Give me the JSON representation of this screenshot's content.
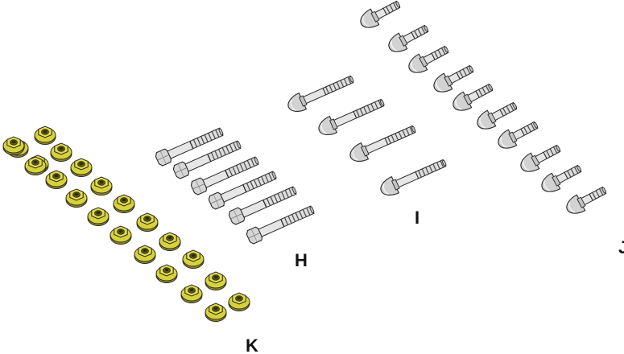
{
  "labels": {
    "h": "H",
    "i": "I",
    "j": "J",
    "k": "K"
  },
  "colors": {
    "nut_fill": "#d8d23a",
    "nut_dark": "#8c8a1e",
    "bolt_fill": "#e6e6e6",
    "bolt_dark": "#555555",
    "outline": "#2a2a2a"
  },
  "groups": {
    "hex_bolts_h": {
      "count": 6
    },
    "carriage_bolts_i": {
      "count": 4
    },
    "carriage_bolts_j": {
      "count": 10
    },
    "flange_nuts_k": {
      "count": 22
    }
  }
}
